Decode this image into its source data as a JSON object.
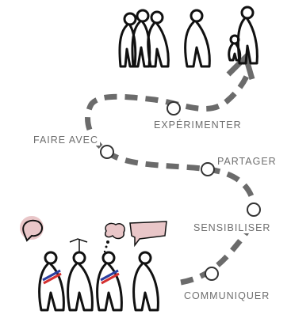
{
  "steps": [
    {
      "id": "experimenter",
      "label": "EXPÉRIMENTER"
    },
    {
      "id": "faire-avec",
      "label": "FAIRE AVEC"
    },
    {
      "id": "partager",
      "label": "PARTAGER"
    },
    {
      "id": "sensibiliser",
      "label": "SENSIBILISER"
    },
    {
      "id": "communiquer",
      "label": "COMMUNIQUER"
    }
  ],
  "colors": {
    "path": "#6b6b6b",
    "ink": "#111111",
    "bubble_fill": "#e9c6c8",
    "sash_blue": "#2b3fa0",
    "sash_red": "#d43030",
    "label_text": "#6e6e6e"
  },
  "icons": [
    "people-group-top-icon",
    "people-group-bottom-icon",
    "speech-bubble-icon",
    "thought-cloud-icon",
    "arrow-head-icon"
  ]
}
